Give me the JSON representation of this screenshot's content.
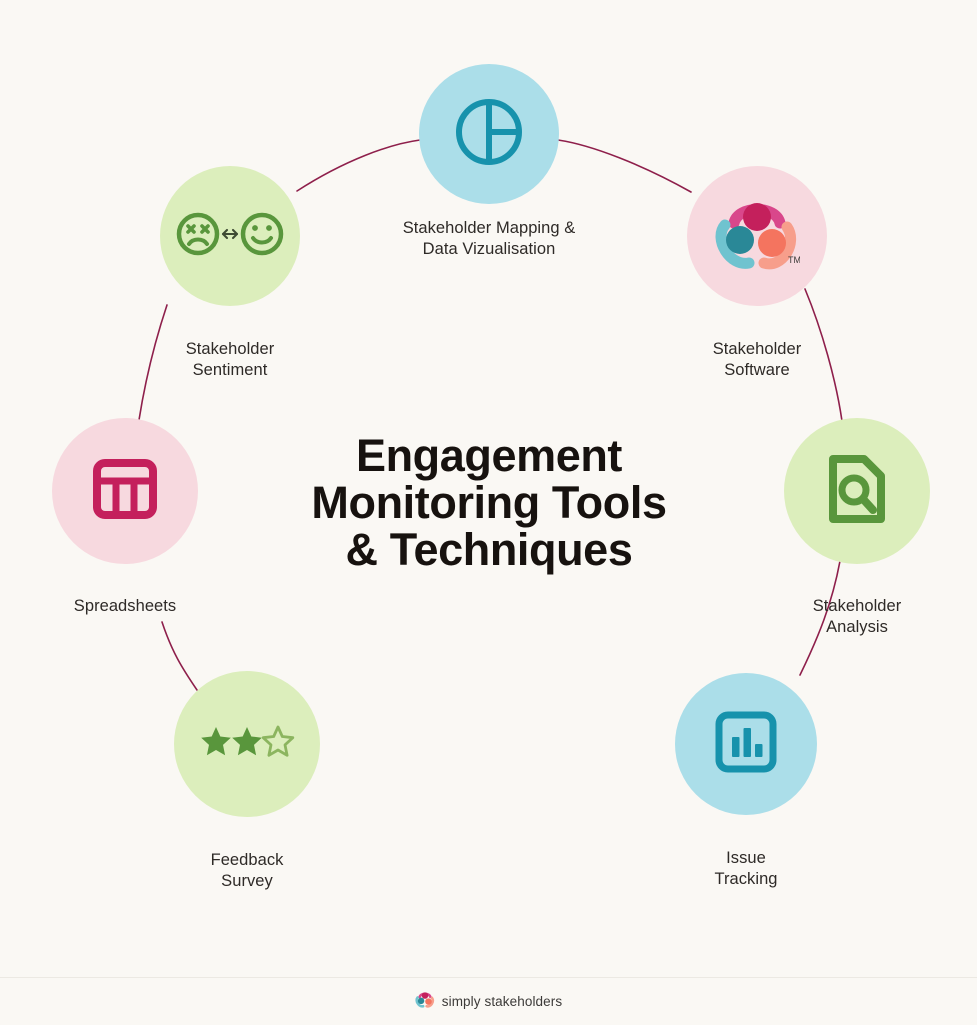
{
  "page": {
    "background_color": "#faf8f4",
    "title_text": "Engagement\nMonitoring Tools\n& Techniques",
    "title_color": "#17120f"
  },
  "colors": {
    "blue_fill": "#abdee9",
    "blue_icon": "#1792ac",
    "green_fill": "#dceebc",
    "green_icon": "#59963c",
    "pink_fill": "#f7d9df",
    "pink_icon": "#c4205c",
    "connector_line": "#8e1f4b",
    "label_text": "#2e2a27",
    "logo_magenta": "#c4205c",
    "logo_pink": "#d9478b",
    "logo_teal": "#2a8897",
    "logo_coral": "#f4745f",
    "divider": "#ece9e3"
  },
  "nodes": [
    {
      "id": "stakeholder-mapping",
      "label": "Stakeholder Mapping &\nData Vizualisation",
      "icon": "pie-chart-icon",
      "fill": "#abdee9",
      "icon_color": "#1792ac",
      "bubble_size": 140
    },
    {
      "id": "stakeholder-sentiment",
      "label": "Stakeholder\nSentiment",
      "icon": "sentiment-faces-icon",
      "fill": "#dceebc",
      "icon_color": "#59963c",
      "bubble_size": 140
    },
    {
      "id": "stakeholder-software",
      "label": "Stakeholder\nSoftware",
      "icon": "simply-stakeholders-logo-icon",
      "fill": "#f7d9df",
      "icon_color": "#c4205c",
      "bubble_size": 140,
      "trademark": "TM"
    },
    {
      "id": "spreadsheets",
      "label": "Spreadsheets",
      "icon": "spreadsheet-table-icon",
      "fill": "#f7d9df",
      "icon_color": "#c4205c",
      "bubble_size": 146
    },
    {
      "id": "stakeholder-analysis",
      "label": "Stakeholder\nAnalysis",
      "icon": "document-magnifier-icon",
      "fill": "#dceebc",
      "icon_color": "#59963c",
      "bubble_size": 146
    },
    {
      "id": "feedback-survey",
      "label": "Feedback\nSurvey",
      "icon": "three-stars-rating-icon",
      "fill": "#dceebc",
      "icon_color": "#59963c",
      "bubble_size": 146,
      "stars_filled": 2,
      "stars_total": 3
    },
    {
      "id": "issue-tracking",
      "label": "Issue\nTracking",
      "icon": "bar-chart-square-icon",
      "fill": "#abdee9",
      "icon_color": "#1792ac",
      "bubble_size": 142
    }
  ],
  "footer": {
    "wordmark": "simply stakeholders",
    "logo_icon": "simply-stakeholders-logo-icon"
  }
}
